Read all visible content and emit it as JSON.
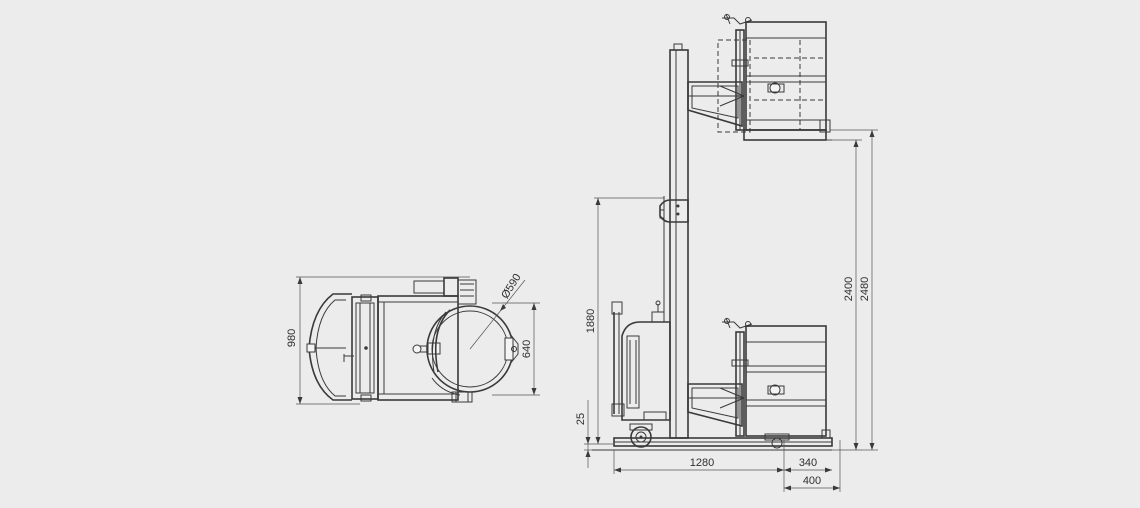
{
  "colors": {
    "background": "#ececec",
    "line": "#3a3a3a"
  },
  "top_view": {
    "width_label": "980",
    "drum_diameter_label": "Ø590",
    "clamp_width_label": "640"
  },
  "side_view": {
    "mast_height_label": "1880",
    "ground_clearance_label": "25",
    "length_label": "1280",
    "fork_offset_label": "340",
    "overall_offset_label": "400",
    "lift_height_label": "2400",
    "max_height_label": "2480"
  }
}
